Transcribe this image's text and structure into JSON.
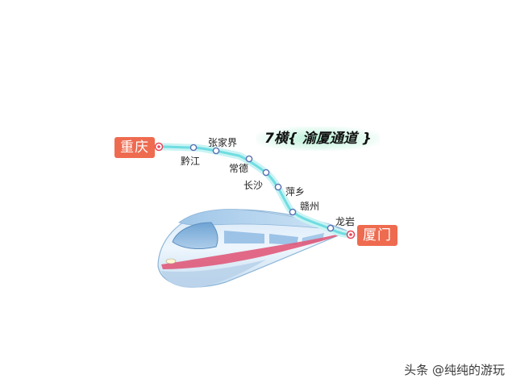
{
  "map": {
    "route_title": "7横{ 渝厦通道 }",
    "start_city": "重庆",
    "end_city": "厦门",
    "stations": [
      {
        "name": "黔江"
      },
      {
        "name": "张家界"
      },
      {
        "name": "常德"
      },
      {
        "name": "长沙"
      },
      {
        "name": "萍乡"
      },
      {
        "name": "赣州"
      },
      {
        "name": "龙岩"
      }
    ]
  },
  "colors": {
    "route_line": "#7fe3e6",
    "route_glow": "#c9f3f4",
    "city_badge": "#ee6b50",
    "station_node": "#5a6fb0",
    "terminal_node": "#e8455a",
    "train_body": "#e4f0fb",
    "train_stripe": "#e05a7a"
  },
  "train_icon": "high-speed-train-illustration",
  "watermark": "头条 @纯纯的游玩"
}
